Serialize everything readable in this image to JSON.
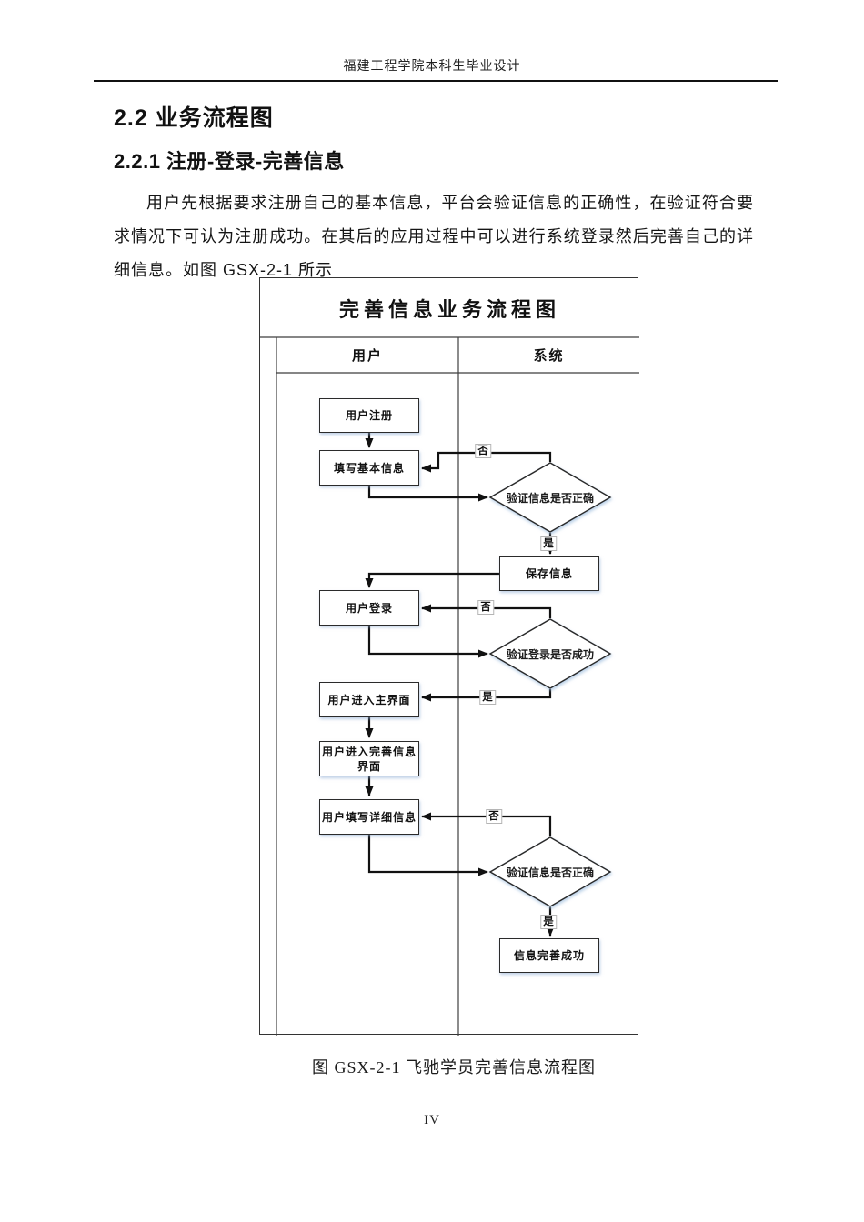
{
  "header": {
    "text": "福建工程学院本科生毕业设计"
  },
  "headings": {
    "section": "2.2 业务流程图",
    "subsection": "2.2.1 注册-登录-完善信息"
  },
  "body": {
    "paragraph": "用户先根据要求注册自己的基本信息，平台会验证信息的正确性，在验证符合要求情况下可认为注册成功。在其后的应用过程中可以进行系统登录然后完善自己的详细信息。如图 GSX-2-1 所示"
  },
  "flowchart": {
    "title": "完善信息业务流程图",
    "lanes": {
      "user": "用户",
      "system": "系统"
    },
    "nodes": {
      "register": "用户注册",
      "fill_basic": "填写基本信息",
      "verify_basic": "验证信息是否正确",
      "save_info": "保存信息",
      "login": "用户登录",
      "verify_login": "验证登录是否成功",
      "enter_main": "用户进入主界面",
      "enter_complete": {
        "line1": "用户进入完善信息",
        "line2": "界面"
      },
      "fill_detail": "用户填写详细信息",
      "verify_detail": "验证信息是否正确",
      "success": "信息完善成功"
    },
    "labels": {
      "yes": "是",
      "no": "否"
    }
  },
  "figure": {
    "caption": "图 GSX-2-1 飞驰学员完善信息流程图"
  },
  "footer": {
    "page_number": "IV"
  },
  "colors": {
    "ink": "#1a1a1a",
    "border": "#2b2b2b",
    "lane_line": "#3f3f3f",
    "shadow_tint": "#9fbede"
  }
}
